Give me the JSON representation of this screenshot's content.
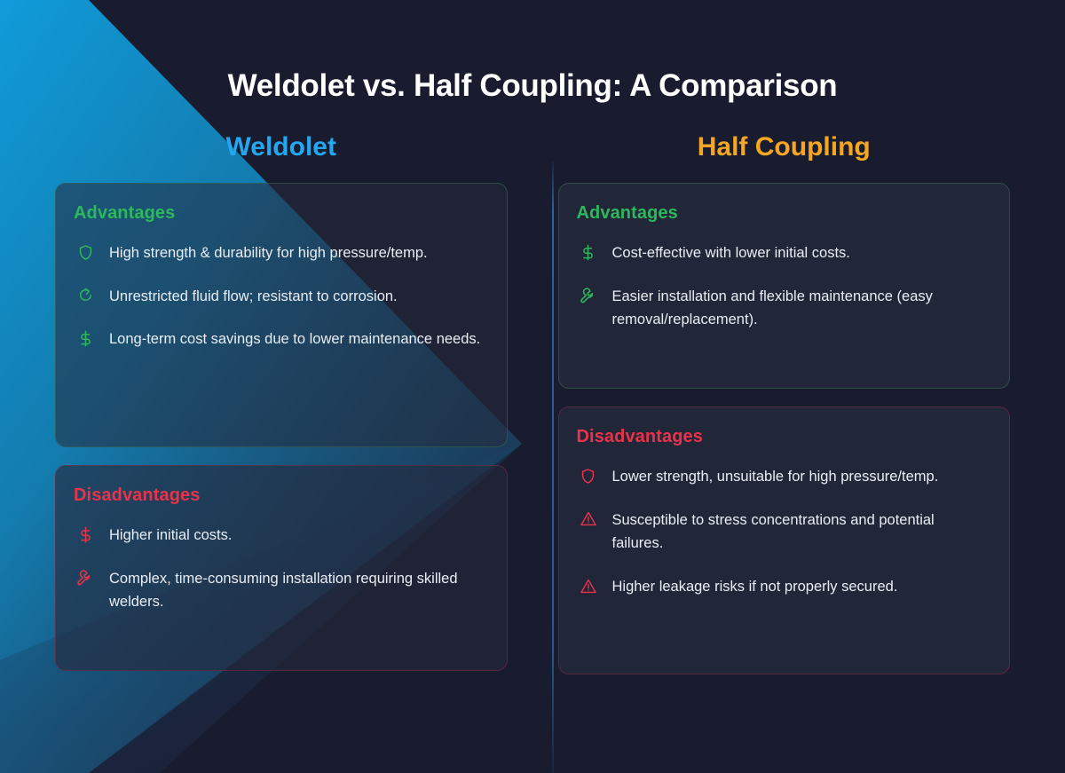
{
  "title": "Weldolet vs. Half Coupling: A Comparison",
  "colors": {
    "background": "#191b2e",
    "accent_blue": "#22a7f0",
    "accent_orange": "#f5a623",
    "advantage_green": "#2eb85c",
    "disadvantage_red": "#e8334a",
    "body_text": "#e9edf4",
    "overlay_blue": "#1a8fd0"
  },
  "columns": [
    {
      "heading": "Weldolet",
      "heading_color": "#22a7f0",
      "cards": [
        {
          "title": "Advantages",
          "type": "advantages",
          "items": [
            {
              "icon": "shield-icon",
              "text": "High strength & durability for high pressure/temp."
            },
            {
              "icon": "flow-arrow-icon",
              "text": "Unrestricted fluid flow; resistant to corrosion."
            },
            {
              "icon": "dollar-icon",
              "text": "Long-term cost savings due to lower maintenance needs."
            }
          ]
        },
        {
          "title": "Disadvantages",
          "type": "disadvantages",
          "items": [
            {
              "icon": "dollar-icon",
              "text": "Higher initial costs."
            },
            {
              "icon": "wrench-icon",
              "text": "Complex, time-consuming installation requiring skilled welders."
            }
          ]
        }
      ]
    },
    {
      "heading": "Half Coupling",
      "heading_color": "#f5a623",
      "cards": [
        {
          "title": "Advantages",
          "type": "advantages",
          "items": [
            {
              "icon": "dollar-icon",
              "text": "Cost-effective with lower initial costs."
            },
            {
              "icon": "wrench-icon",
              "text": "Easier installation and flexible maintenance (easy removal/replacement)."
            }
          ]
        },
        {
          "title": "Disadvantages",
          "type": "disadvantages",
          "items": [
            {
              "icon": "shield-icon",
              "text": "Lower strength, unsuitable for high pressure/temp."
            },
            {
              "icon": "warning-icon",
              "text": "Susceptible to stress concentrations and potential failures."
            },
            {
              "icon": "warning-icon",
              "text": "Higher leakage risks if not properly secured."
            }
          ]
        }
      ]
    }
  ]
}
